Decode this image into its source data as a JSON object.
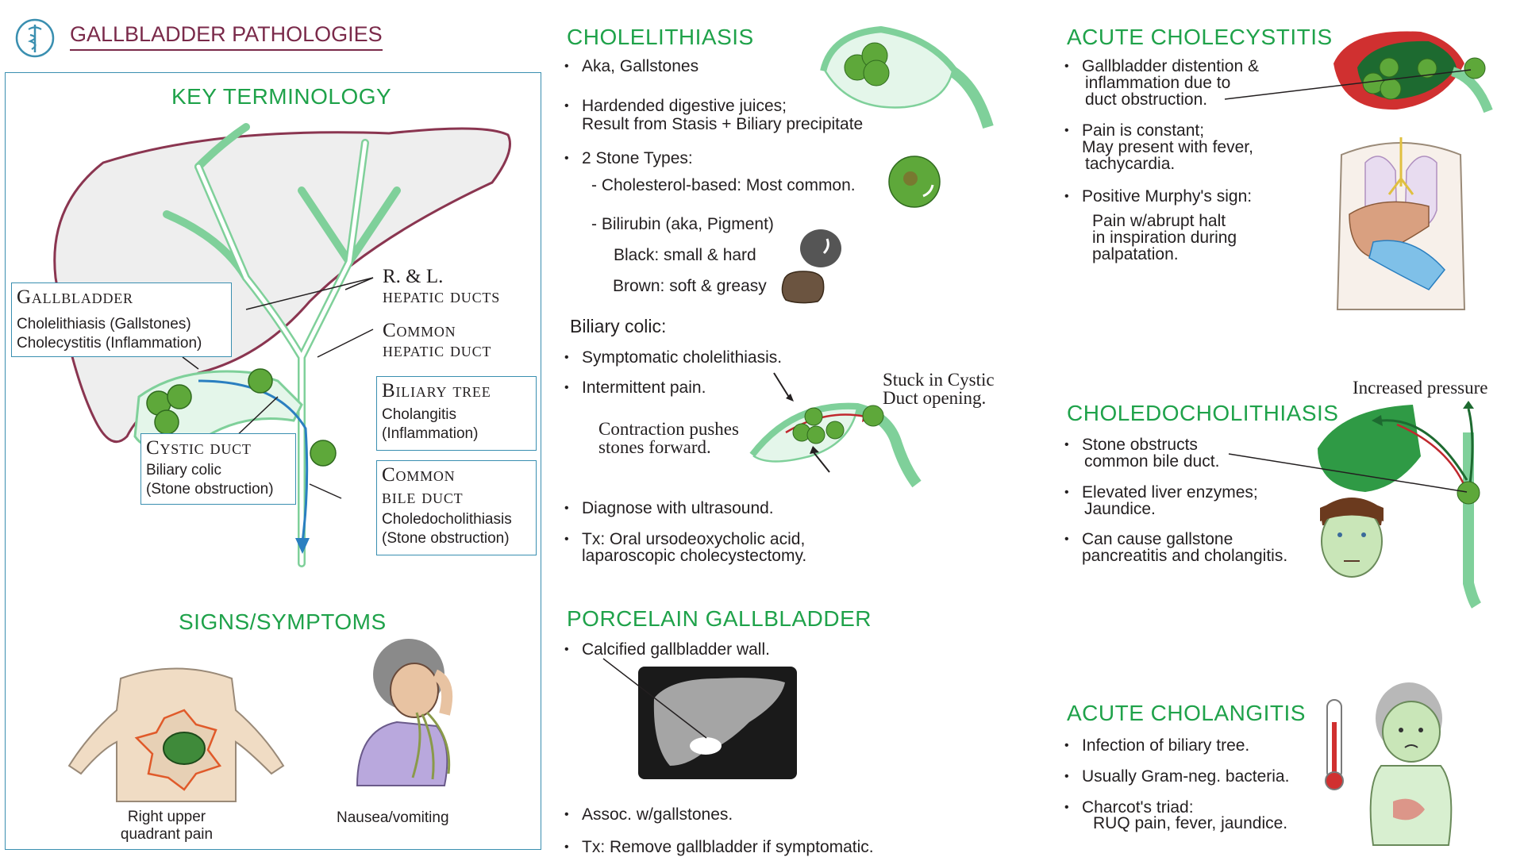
{
  "header": {
    "title": "GALLBLADDER PATHOLOGIES",
    "logo_icon": "caduceus-icon",
    "title_color": "#7a2a4a"
  },
  "colors": {
    "accent_green": "#1fa24a",
    "panel_border": "#3a8fb0",
    "stone_green": "#5ea83a"
  },
  "key_terminology": {
    "heading": "KEY TERMINOLOGY",
    "hepatic_ducts": {
      "title": "R. & L.",
      "subtitle": "hepatic ducts"
    },
    "common_hepatic": {
      "title": "Common",
      "subtitle": "hepatic duct"
    },
    "gallbladder": {
      "title": "Gallbladder",
      "lines": [
        "Cholelithiasis (Gallstones)",
        "Cholecystitis (Inflammation)"
      ]
    },
    "biliary_tree": {
      "title": "Biliary tree",
      "lines": [
        "Cholangitis",
        "(Inflammation)"
      ]
    },
    "cystic_duct": {
      "title": "Cystic duct",
      "lines": [
        "Biliary colic",
        "(Stone obstruction)"
      ]
    },
    "common_bile": {
      "title": "Common",
      "subtitle": "bile duct",
      "lines": [
        "Choledocholithiasis",
        "(Stone obstruction)"
      ]
    }
  },
  "signs": {
    "heading": "SIGNS/SYMPTOMS",
    "ruq": [
      "Right upper",
      "quadrant pain"
    ],
    "nausea": "Nausea/vomiting"
  },
  "cholelithiasis": {
    "heading": "CHOLELITHIASIS",
    "aka": "Aka, Gallstones",
    "hardened": [
      "Hardended digestive juices;",
      "Result from Stasis + Biliary precipitate"
    ],
    "stone_types": "2 Stone Types:",
    "cholesterol": "-  Cholesterol-based: Most common.",
    "bilirubin": "-  Bilirubin (aka, Pigment)",
    "black": "Black: small & hard",
    "brown": "Brown: soft & greasy",
    "biliary_colic": "Biliary colic:",
    "symptomatic": "Symptomatic cholelithiasis.",
    "intermittent": "Intermittent pain.",
    "stuck": [
      "Stuck in Cystic",
      "Duct opening."
    ],
    "contraction": [
      "Contraction pushes",
      "stones forward."
    ],
    "diagnose": "Diagnose with ultrasound.",
    "tx": [
      "Tx: Oral ursodeoxycholic acid,",
      "laparoscopic cholecystectomy."
    ]
  },
  "porcelain": {
    "heading": "PORCELAIN GALLBLADDER",
    "calcified": "Calcified gallbladder wall.",
    "assoc": "Assoc. w/gallstones.",
    "tx": "Tx: Remove gallbladder if symptomatic."
  },
  "acute_cholecystitis": {
    "heading": "ACUTE CHOLECYSTITIS",
    "b1": [
      "Gallbladder distention &",
      "inflammation due to",
      "duct obstruction."
    ],
    "b2": [
      "Pain is constant;",
      "May present with fever,",
      "tachycardia."
    ],
    "b3": "Positive Murphy's sign:",
    "b3_detail": [
      "Pain w/abrupt halt",
      "in inspiration during",
      "palpatation."
    ]
  },
  "choledocholithiasis": {
    "heading": "CHOLEDOCHOLITHIASIS",
    "pressure": "Increased pressure",
    "b1": [
      "Stone obstructs",
      "common bile duct."
    ],
    "b2": [
      "Elevated liver enzymes;",
      "Jaundice."
    ],
    "b3": [
      "Can cause gallstone",
      "pancreatitis and cholangitis."
    ]
  },
  "acute_cholangitis": {
    "heading": "ACUTE CHOLANGITIS",
    "b1": "Infection of biliary tree.",
    "b2": "Usually Gram-neg. bacteria.",
    "b3": "Charcot's triad:",
    "b3_detail": "RUQ pain, fever, jaundice."
  }
}
